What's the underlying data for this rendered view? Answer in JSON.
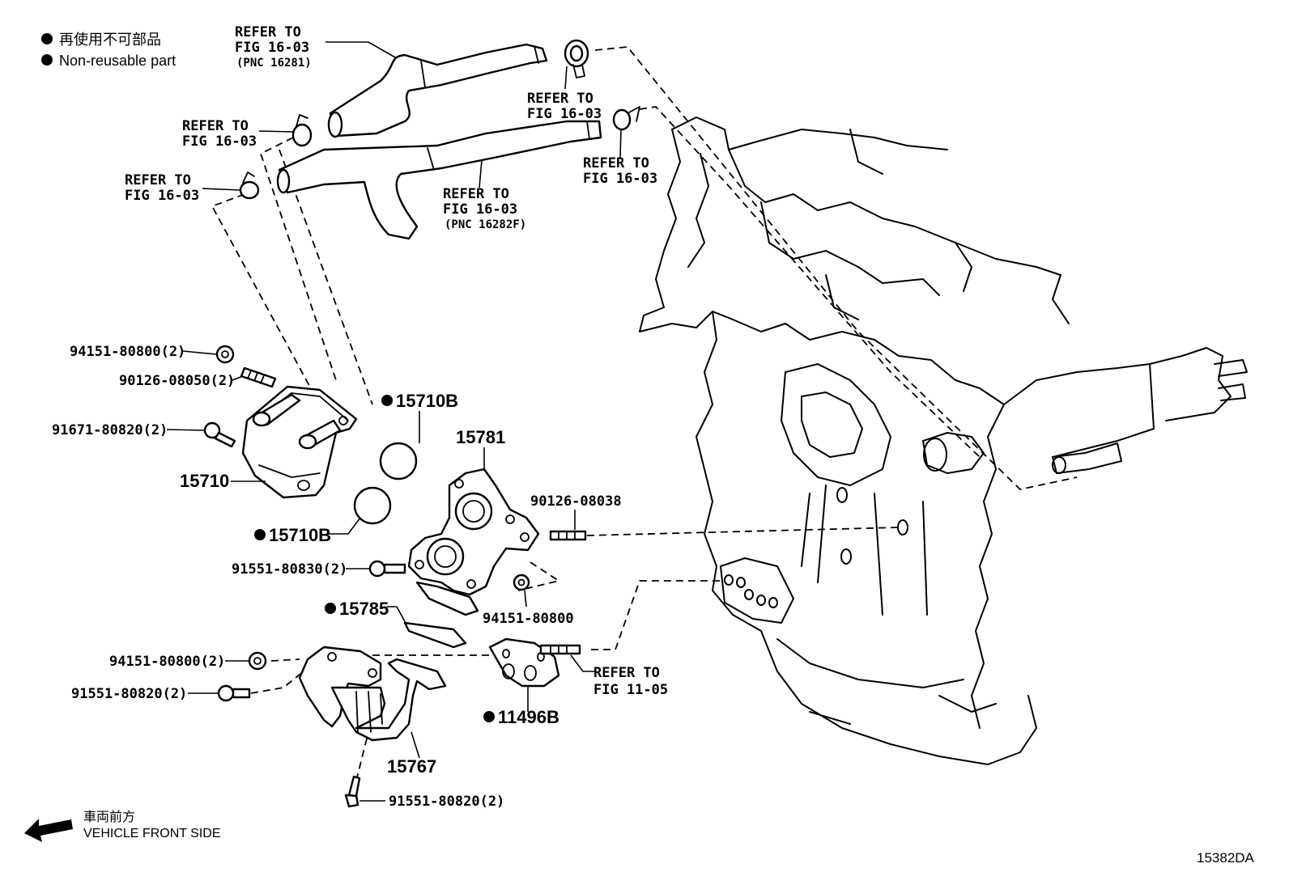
{
  "legend": {
    "line1": "再使用不可部品",
    "line2": "Non-reusable part"
  },
  "refer_labels": {
    "r1": {
      "l1": "REFER TO",
      "l2": "FIG 16-03",
      "pnc": "(PNC 16281)"
    },
    "r2": {
      "l1": "REFER TO",
      "l2": "FIG 16-03"
    },
    "r3": {
      "l1": "REFER TO",
      "l2": "FIG 16-03"
    },
    "r4": {
      "l1": "REFER TO",
      "l2": "FIG 16-03"
    },
    "r5": {
      "l1": "REFER TO",
      "l2": "FIG 16-03"
    },
    "r6": {
      "l1": "REFER TO",
      "l2": "FIG 16-03",
      "pnc": "(PNC 16282F)"
    },
    "r7": {
      "l1": "REFER TO",
      "l2": "FIG 11-05"
    }
  },
  "parts": {
    "p94151_80800_2a": "94151-80800(2)",
    "p90126_08050_2": "90126-08050(2)",
    "p91671_80820_2": "91671-80820(2)",
    "p15710": "15710",
    "p15710B_upper": "15710B",
    "p15710B_lower": "15710B",
    "p15781": "15781",
    "p90126_08038": "90126-08038",
    "p91551_80830_2": "91551-80830(2)",
    "p94151_80800": "94151-80800",
    "p15785": "15785",
    "p94151_80800_2b": "94151-80800(2)",
    "p91551_80820_2a": "91551-80820(2)",
    "p11496B": "11496B",
    "p15767": "15767",
    "p91551_80820_2b": "91551-80820(2)"
  },
  "front": {
    "line1": "車両前方",
    "line2": "VEHICLE FRONT SIDE"
  },
  "diagram_id": "15382DA"
}
